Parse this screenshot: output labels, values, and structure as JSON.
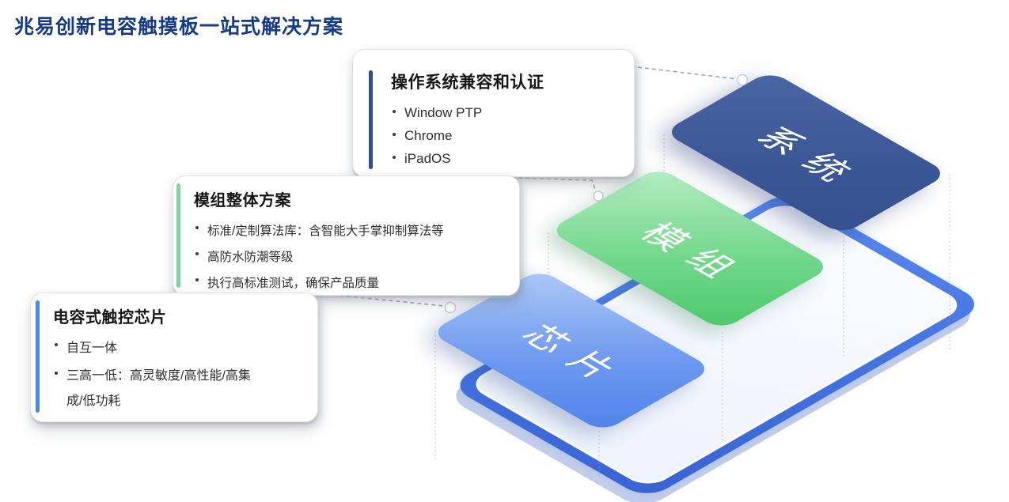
{
  "title": {
    "text": "兆易创新电容触摸板一站式解决方案",
    "color": "#153A86"
  },
  "cards": [
    {
      "title": "操作系统兼容和认证",
      "accent_color": "#2E4F93",
      "bullets": [
        "Window PTP",
        "Chrome",
        "iPadOS"
      ]
    },
    {
      "title": "模组整体方案",
      "accent_color": "#7DD69A",
      "bullets": [
        "标准/定制算法库：含智能大手掌抑制算法等",
        "高防水防潮等级",
        "执行高标准测试，确保产品质量"
      ]
    },
    {
      "title": "电容式触控芯片",
      "accent_color": "#4B86F2",
      "bullets": [
        "自互一体",
        "三高一低：高灵敏度/高性能/高集成/低功耗"
      ]
    }
  ],
  "stack": {
    "tray_color": "#F3F7FC",
    "base_color": "#4A79E2",
    "layers": [
      {
        "label": "芯片",
        "gradient": [
          "#B0C9F6",
          "#4F82E9"
        ]
      },
      {
        "label": "模组",
        "gradient": [
          "#B7EDC3",
          "#4CC76C"
        ]
      },
      {
        "label": "系统",
        "gradient": [
          "#4A66A4",
          "#35508D"
        ]
      }
    ]
  }
}
